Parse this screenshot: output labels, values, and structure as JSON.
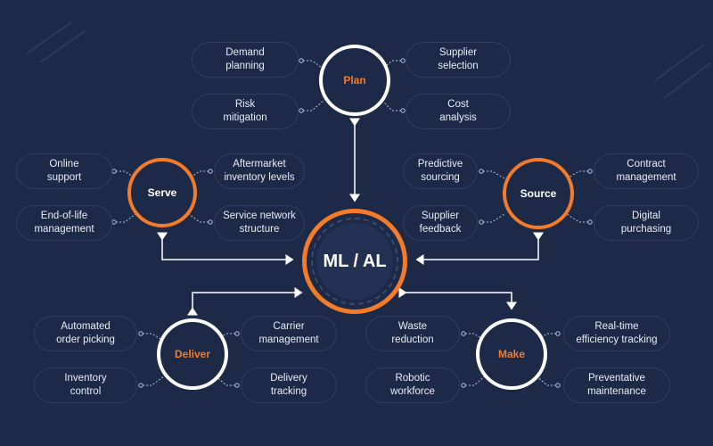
{
  "center": {
    "label": "ML / AL"
  },
  "hubs": {
    "plan": "Plan",
    "serve": "Serve",
    "source": "Source",
    "deliver": "Deliver",
    "make": "Make"
  },
  "items": {
    "plan": [
      "Demand\nplanning",
      "Supplier\nselection",
      "Risk\nmitigation",
      "Cost\nanalysis"
    ],
    "serve": [
      "Online\nsupport",
      "Aftermarket\ninventory levels",
      "End-of-life\nmanagement",
      "Service network\nstructure"
    ],
    "source": [
      "Predictive\nsourcing",
      "Contract\nmanagement",
      "Supplier\nfeedback",
      "Digital\npurchasing"
    ],
    "deliver": [
      "Automated\norder picking",
      "Carrier\nmanagement",
      "Inventory\ncontrol",
      "Delivery\ntracking"
    ],
    "make": [
      "Waste\nreduction",
      "Real-time\nefficiency tracking",
      "Robotic\nworkforce",
      "Preventative\nmaintenance"
    ]
  },
  "colors": {
    "background": "#1c2a48",
    "accent": "#f47b2a",
    "node_white": "#ffffff",
    "text": "#e8edf5"
  }
}
